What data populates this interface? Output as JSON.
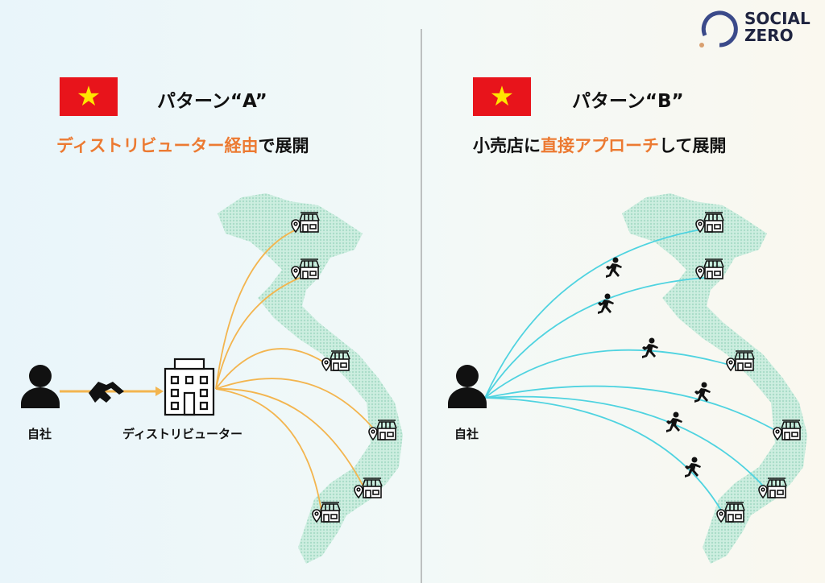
{
  "logo": {
    "line1": "SOCIAL",
    "line2": "ZERO"
  },
  "panel_a": {
    "title": "パターン“A”",
    "subtitle_highlight": "ディストリビューター経由",
    "subtitle_rest": "で展開",
    "self_label": "自社",
    "distributor_label": "ディストリビューター",
    "flag_icon": "vietnam-flag"
  },
  "panel_b": {
    "title": "パターン“B”",
    "subtitle_pre": "小売店に",
    "subtitle_highlight": "直接アプローチ",
    "subtitle_rest": "して展開",
    "self_label": "自社",
    "flag_icon": "vietnam-flag"
  },
  "colors": {
    "accent": "#ec7a32",
    "line_a": "#f3b54f",
    "line_b": "#4fd3e0",
    "map": "#bfe6d6",
    "flag": "#e8141b"
  }
}
